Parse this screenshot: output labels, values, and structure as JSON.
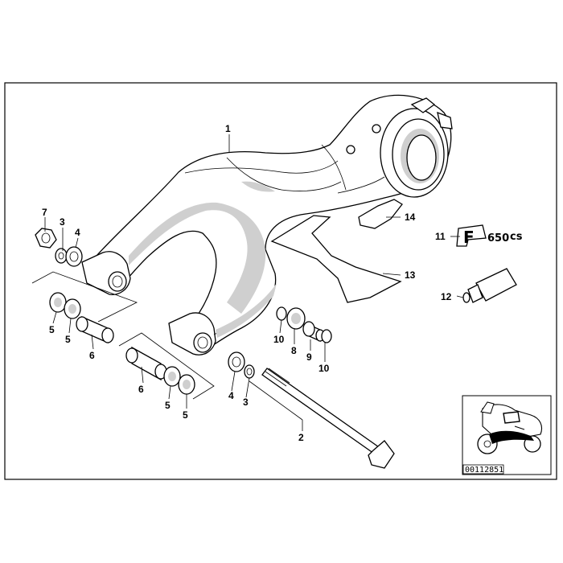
{
  "diagram": {
    "callouts": [
      {
        "id": "c1",
        "label": "1"
      },
      {
        "id": "c2",
        "label": "2"
      },
      {
        "id": "c3a",
        "label": "3"
      },
      {
        "id": "c3b",
        "label": "3"
      },
      {
        "id": "c4a",
        "label": "4"
      },
      {
        "id": "c4b",
        "label": "4"
      },
      {
        "id": "c5a",
        "label": "5"
      },
      {
        "id": "c5b",
        "label": "5"
      },
      {
        "id": "c5c",
        "label": "5"
      },
      {
        "id": "c5d",
        "label": "5"
      },
      {
        "id": "c6a",
        "label": "6"
      },
      {
        "id": "c6b",
        "label": "6"
      },
      {
        "id": "c7",
        "label": "7"
      },
      {
        "id": "c8",
        "label": "8"
      },
      {
        "id": "c9",
        "label": "9"
      },
      {
        "id": "c10a",
        "label": "10"
      },
      {
        "id": "c10b",
        "label": "10"
      },
      {
        "id": "c11",
        "label": "11"
      },
      {
        "id": "c12",
        "label": "12"
      },
      {
        "id": "c13",
        "label": "13"
      },
      {
        "id": "c14",
        "label": "14"
      }
    ],
    "decal_logo": {
      "letter": "F",
      "model": "650",
      "suffix": "cs"
    },
    "inset_code": "00112851"
  }
}
